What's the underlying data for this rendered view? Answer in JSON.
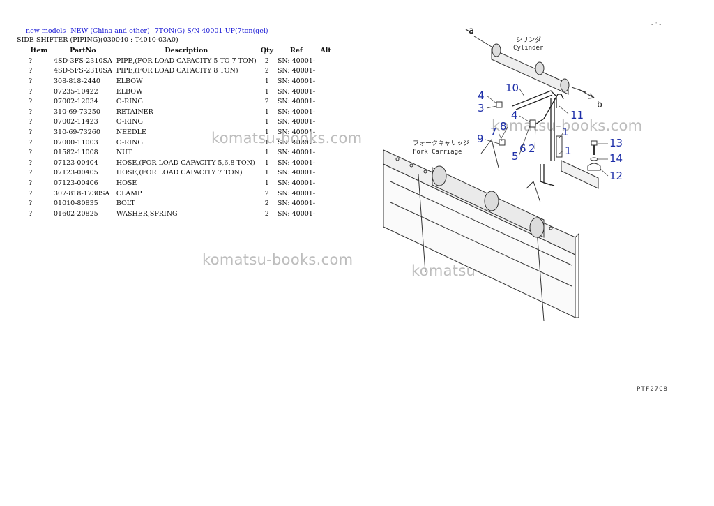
{
  "breadcrumbs": [
    {
      "label": "new models"
    },
    {
      "label": "NEW (China and other)"
    },
    {
      "label": "7TON(G) S/N 40001-UP(7ton(gel)"
    }
  ],
  "subtitle": "SIDE SHIFTER (PIPING)(030040 : T4010-03A0)",
  "table": {
    "headers": {
      "item": "Item",
      "partno": "PartNo",
      "description": "Description",
      "qty": "Qty",
      "ref": "Ref",
      "alt": "Alt"
    },
    "rows": [
      {
        "item": "?",
        "partno": "4SD-3FS-2310SA",
        "description": "PIPE,(FOR LOAD CAPACITY 5 TO 7 TON)",
        "qty": "2",
        "ref": "SN: 40001-",
        "alt": ""
      },
      {
        "item": "?",
        "partno": "4SD-5FS-2310SA",
        "description": "PIPE,(FOR LOAD CAPACITY 8 TON)",
        "qty": "2",
        "ref": "SN: 40001-",
        "alt": ""
      },
      {
        "item": "?",
        "partno": "308-818-2440",
        "description": "ELBOW",
        "qty": "1",
        "ref": "SN: 40001-",
        "alt": ""
      },
      {
        "item": "?",
        "partno": "07235-10422",
        "description": "ELBOW",
        "qty": "1",
        "ref": "SN: 40001-",
        "alt": ""
      },
      {
        "item": "?",
        "partno": "07002-12034",
        "description": "O-RING",
        "qty": "2",
        "ref": "SN: 40001-",
        "alt": ""
      },
      {
        "item": "?",
        "partno": "310-69-73250",
        "description": "RETAINER",
        "qty": "1",
        "ref": "SN: 40001-",
        "alt": ""
      },
      {
        "item": "?",
        "partno": "07002-11423",
        "description": "O-RING",
        "qty": "1",
        "ref": "SN: 40001-",
        "alt": ""
      },
      {
        "item": "?",
        "partno": "310-69-73260",
        "description": "NEEDLE",
        "qty": "1",
        "ref": "SN: 40001-",
        "alt": ""
      },
      {
        "item": "?",
        "partno": "07000-11003",
        "description": "O-RING",
        "qty": "1",
        "ref": "SN: 40001-",
        "alt": ""
      },
      {
        "item": "?",
        "partno": "01582-11008",
        "description": "NUT",
        "qty": "1",
        "ref": "SN: 40001-",
        "alt": ""
      },
      {
        "item": "?",
        "partno": "07123-00404",
        "description": "HOSE,(FOR LOAD CAPACITY 5,6,8 TON)",
        "qty": "1",
        "ref": "SN: 40001-",
        "alt": ""
      },
      {
        "item": "?",
        "partno": "07123-00405",
        "description": "HOSE,(FOR LOAD CAPACITY 7 TON)",
        "qty": "1",
        "ref": "SN: 40001-",
        "alt": ""
      },
      {
        "item": "?",
        "partno": "07123-00406",
        "description": "HOSE",
        "qty": "1",
        "ref": "SN: 40001-",
        "alt": ""
      },
      {
        "item": "?",
        "partno": "307-818-1730SA",
        "description": "CLAMP",
        "qty": "2",
        "ref": "SN: 40001-",
        "alt": ""
      },
      {
        "item": "?",
        "partno": "01010-80835",
        "description": "BOLT",
        "qty": "2",
        "ref": "SN: 40001-",
        "alt": ""
      },
      {
        "item": "?",
        "partno": "01602-20825",
        "description": "WASHER,SPRING",
        "qty": "2",
        "ref": "SN: 40001-",
        "alt": ""
      }
    ]
  },
  "watermark": "komatsu-books.com",
  "diagram": {
    "labels": {
      "cylinder_jp": "シリンダ",
      "cylinder_en": "Cylinder",
      "carriage_jp": "フォークキャリッジ",
      "carriage_en": "Fork Carriage",
      "arrow_a": "a",
      "arrow_b": "b"
    },
    "callouts": [
      "4",
      "3",
      "10",
      "4",
      "11",
      "8",
      "7",
      "9",
      "5",
      "6",
      "2",
      "1",
      "1",
      "13",
      "14",
      "12"
    ]
  },
  "page_code": "PTF27C8",
  "corner_mark": "- ' -"
}
